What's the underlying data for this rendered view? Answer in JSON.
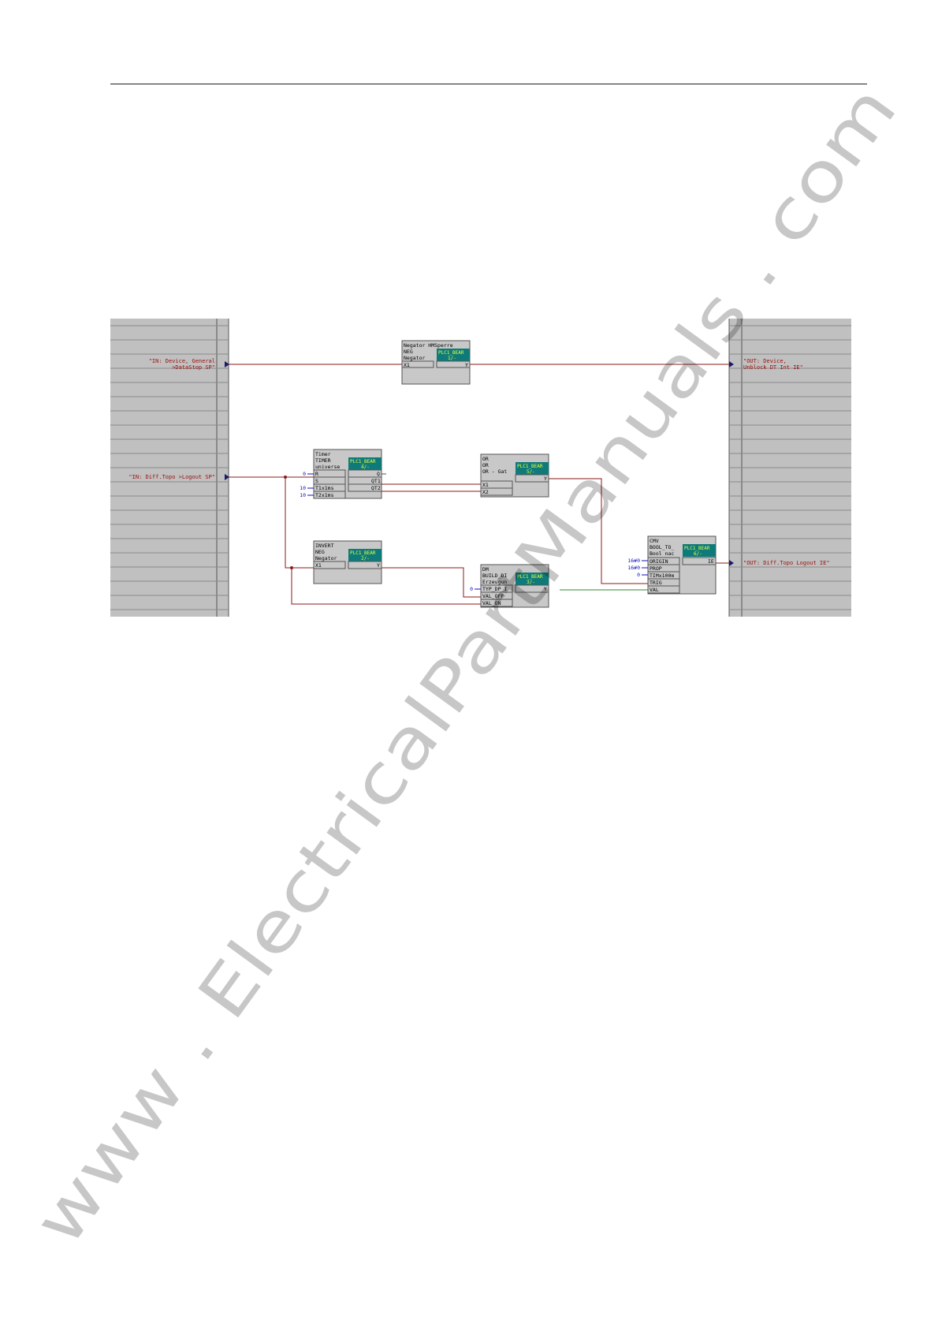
{
  "watermark": "www . ElectricalPartManuals . com",
  "colors": {
    "wire": "#8b1a1a",
    "wire_green": "#2e8b2e",
    "block_fill": "#c8c8c8",
    "instance_fill": "#0f7a7a",
    "instance_text": "#e8ff3a",
    "signal_text": "#9a1010",
    "const_text": "#1010c0",
    "margin_fill": "#c0c0c0"
  },
  "signals": {
    "in_datastop": [
      "\"IN: Device, General",
      ">DataStop SP\""
    ],
    "in_logout": "\"IN: Diff.Topo >Logout SP\"",
    "out_unblock": [
      "\"OUT: Device,",
      "Unblock DT Int IE\""
    ],
    "out_logout": "\"OUT: Diff.Topo Logout IE\""
  },
  "blocks": {
    "negator": {
      "title": "Negator HMSperre",
      "type": "NEG",
      "desc": "Negator",
      "instance": [
        "PLC1_BEAR",
        "1/-"
      ],
      "in": [
        "X1"
      ],
      "out": [
        "Y"
      ]
    },
    "timer": {
      "title": "Timer",
      "type": "TIMER",
      "desc": "universe",
      "instance": [
        "PLC1_BEAR",
        "4/-"
      ],
      "in": [
        "R",
        "S",
        "T1x1ms",
        "T2x1ms"
      ],
      "out": [
        "Q",
        "QT1",
        "QT2"
      ],
      "consts": [
        "0",
        "10",
        "10"
      ]
    },
    "or": {
      "title": "OR",
      "type": "OR",
      "desc": "OR - Gat",
      "instance": [
        "PLC1_BEAR",
        "5/-"
      ],
      "in": [
        "X1",
        "X2"
      ],
      "out": [
        "Y"
      ]
    },
    "invert": {
      "title": "INVERT",
      "type": "NEG",
      "desc": "Negator",
      "instance": [
        "PLC1_BEAR",
        "2/-"
      ],
      "in": [
        "X1"
      ],
      "out": [
        "Y"
      ]
    },
    "dm": {
      "title": "DM",
      "type": "BUILD_DI",
      "desc": "Erzeugun",
      "instance": [
        "PLC1_BEAR",
        "3/-"
      ],
      "in": [
        "TYP_DP_I",
        "VAL_OFF",
        "VAL_ON"
      ],
      "out": [
        "Y"
      ],
      "consts": [
        "0"
      ]
    },
    "cmv": {
      "title": "CMV",
      "type": "BOOL_TO_",
      "desc": "Bool nac",
      "instance": [
        "PLC1_BEAR",
        "6/-"
      ],
      "in": [
        "ORIGIN",
        "PROP",
        "TIMx100m",
        "TRIG",
        "VAL"
      ],
      "out": [
        "IE"
      ],
      "consts": [
        "16#0",
        "16#0",
        "0"
      ]
    }
  }
}
